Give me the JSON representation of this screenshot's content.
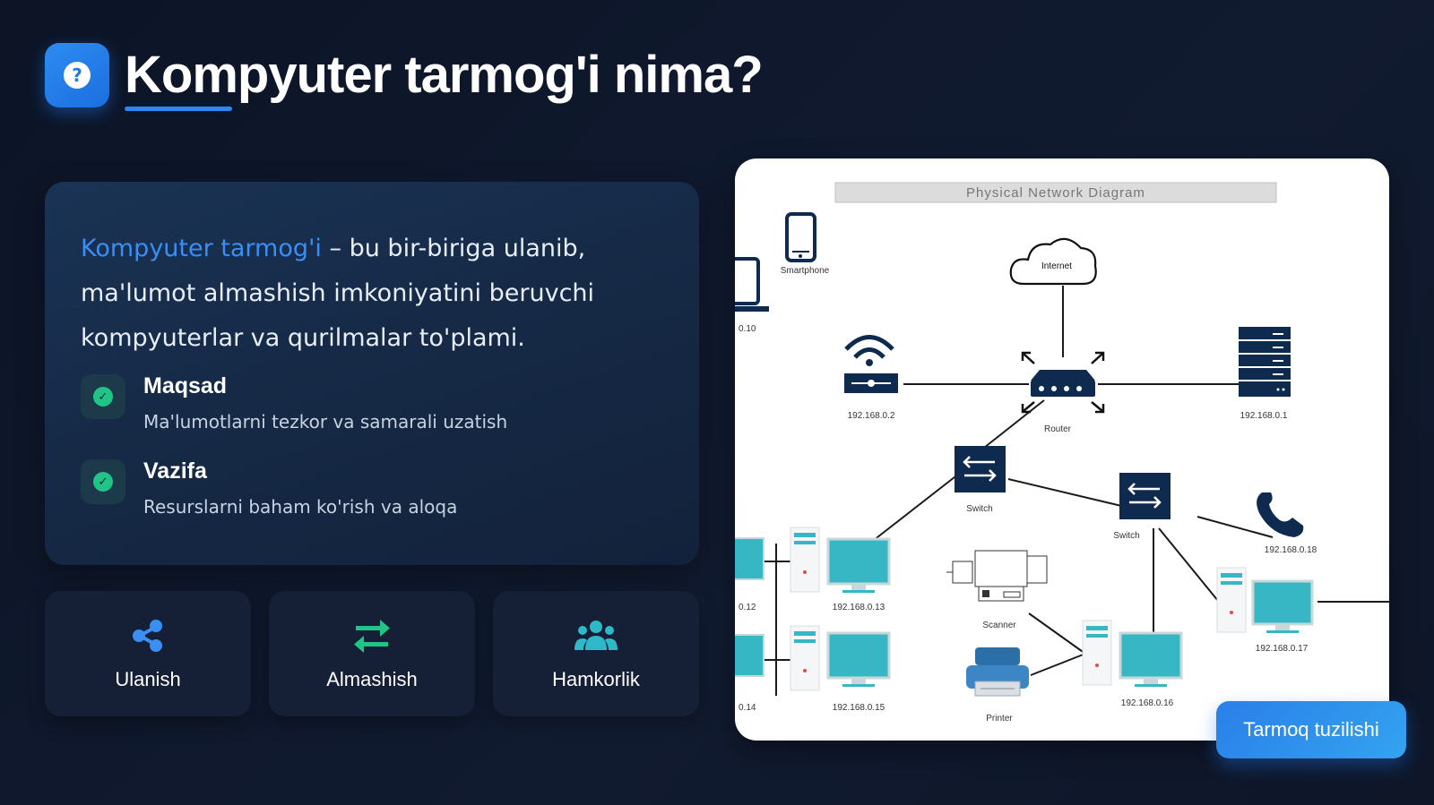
{
  "header": {
    "badge_icon": "question-icon",
    "badge_glyph": "?",
    "title": "Kompyuter tarmog'i nima?"
  },
  "definition": {
    "highlight": "Kompyuter tarmog'i",
    "line1_rest": " – bu bir-biriga ulanib,",
    "line2": "ma'lumot almashish imkoniyatini beruvchi",
    "line3": "kompyuterlar va qurilmalar to'plami."
  },
  "features": [
    {
      "icon": "check-circle-icon",
      "title": "Maqsad",
      "desc": "Ma'lumotlarni tezkor va samarali uzatish"
    },
    {
      "icon": "check-circle-icon",
      "title": "Vazifa",
      "desc": "Resurslarni baham ko'rish va aloqa"
    }
  ],
  "tiles": [
    {
      "icon": "share-icon",
      "label": "Ulanish"
    },
    {
      "icon": "exchange-arrows-icon",
      "label": "Almashish"
    },
    {
      "icon": "users-icon",
      "label": "Hamkorlik"
    }
  ],
  "diagram": {
    "title": "Physical Network Diagram",
    "labels": {
      "smartphone": "Smartphone",
      "internet": "Internet",
      "router": "Router",
      "switch1": "Switch",
      "switch2": "Switch",
      "scanner": "Scanner",
      "printer": "Printer",
      "ip_0_10": "0.10",
      "ip_wifi": "192.168.0.2",
      "ip_server": "192.168.0.1",
      "ip_phone": "192.168.0.18",
      "ip_0_12": "0.12",
      "ip_13": "192.168.0.13",
      "ip_0_14": "0.14",
      "ip_15": "192.168.0.15",
      "ip_16": "192.168.0.16",
      "ip_17": "192.168.0.17"
    }
  },
  "cta": {
    "label": "Tarmoq tuzilishi"
  },
  "colors": {
    "accent": "#2f86f2",
    "success": "#1fc486",
    "diagram_navy": "#0e2a4e",
    "diagram_cyan": "#37b6c4"
  }
}
